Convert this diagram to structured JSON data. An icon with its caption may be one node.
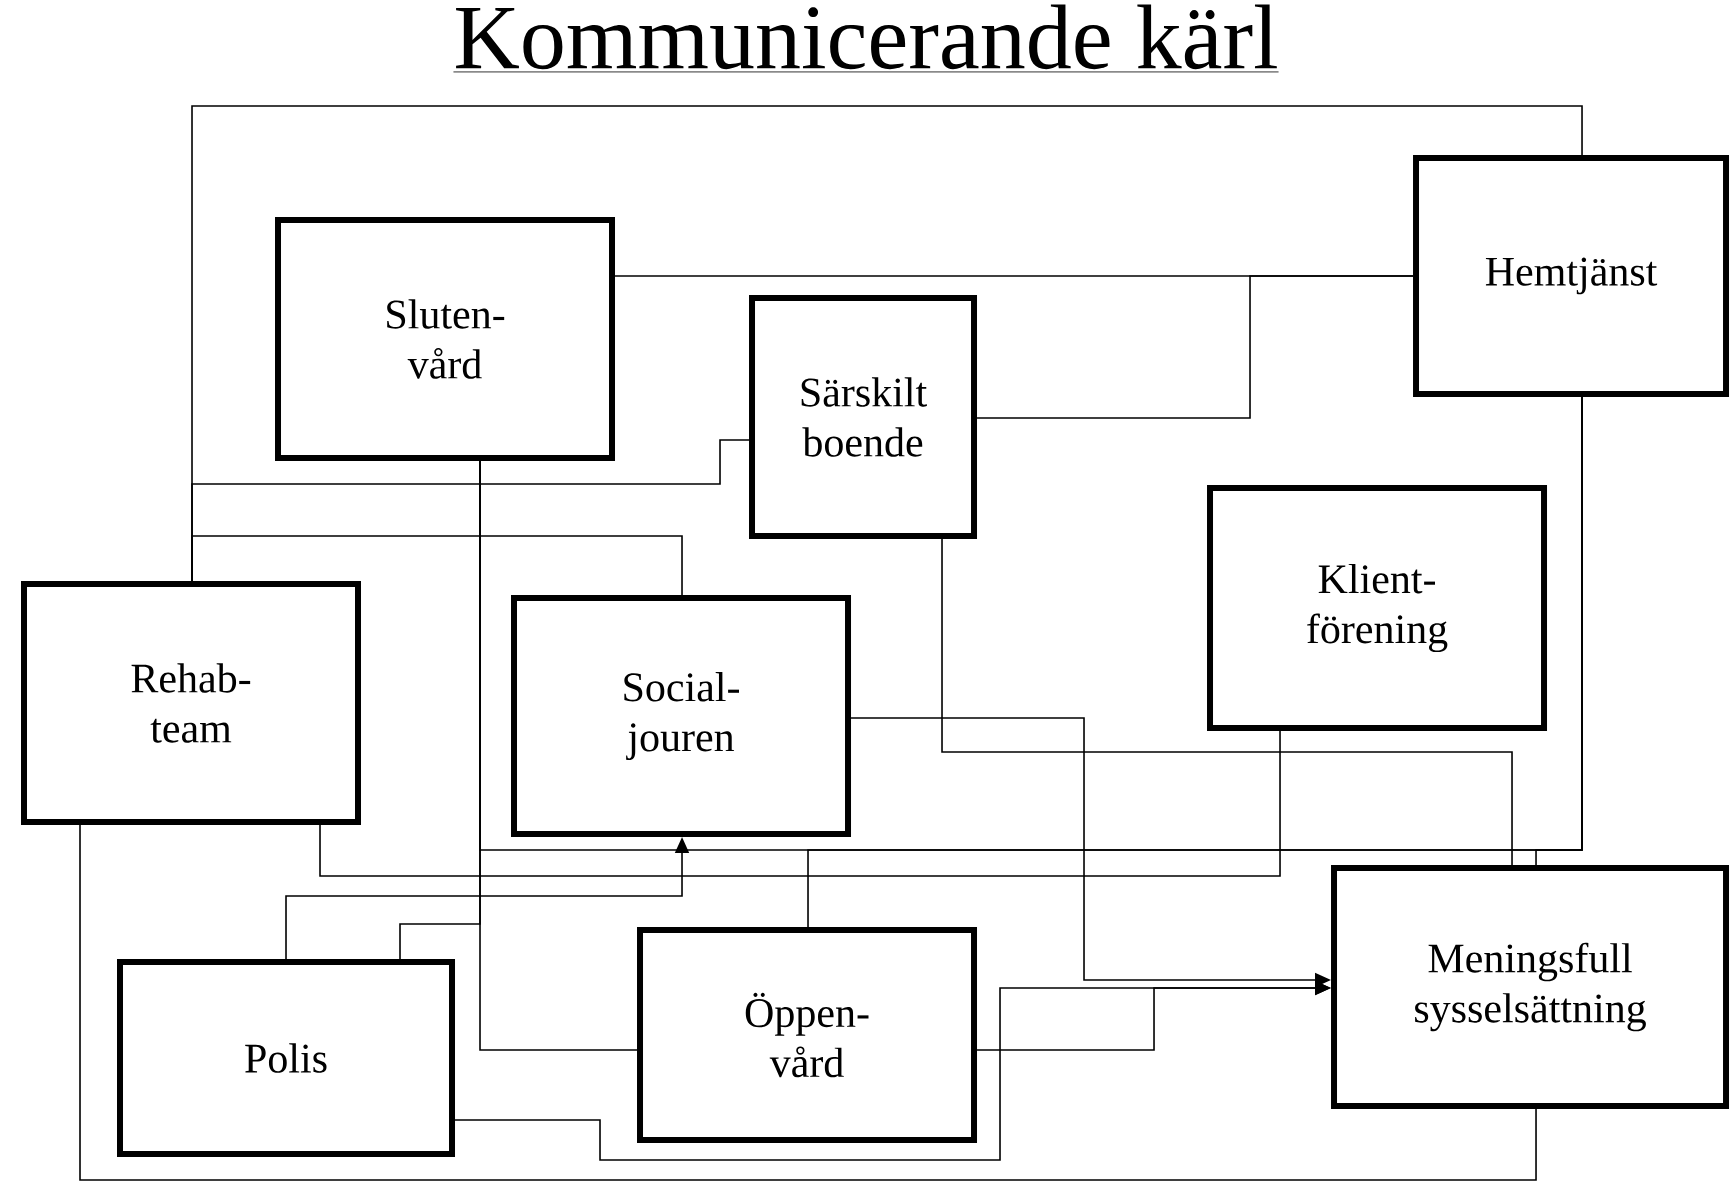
{
  "diagram": {
    "title": "Kommunicerande kärl",
    "nodes": [
      {
        "text": [
          "Sluten- vård"
        ]
      },
      {
        "text": [
          "Särskilt boende"
        ]
      },
      {
        "text": [
          "Hemtjänst"
        ]
      },
      {
        "text": [
          "Klient- förening"
        ]
      },
      {
        "text": [
          "Rehab- team"
        ]
      },
      {
        "text": [
          "Social- jouren"
        ]
      },
      {
        "text": [
          "Meningsfull sysselsättning"
        ]
      },
      {
        "text": [
          "Polis"
        ]
      },
      {
        "text": [
          "Öppen- vård"
        ]
      }
    ],
    "edges": [
      {
        "from": 2,
        "to": 4,
        "arrow": "none"
      },
      {
        "from": 4,
        "to": 6,
        "arrow": "none"
      },
      {
        "from": 4,
        "to": 1,
        "arrow": "none"
      },
      {
        "from": 4,
        "to": 5,
        "arrow": "none"
      },
      {
        "from": 0,
        "to": 2,
        "arrow": "none"
      },
      {
        "from": 1,
        "to": 2,
        "arrow": "none"
      },
      {
        "from": 0,
        "to": 8,
        "arrow": "none"
      },
      {
        "from": 2,
        "to": 0,
        "arrow": "none"
      },
      {
        "from": 1,
        "to": 6,
        "arrow": "none"
      },
      {
        "from": 4,
        "to": 3,
        "arrow": "none"
      },
      {
        "from": 5,
        "to": 6,
        "arrow": "to"
      },
      {
        "from": 7,
        "to": 5,
        "arrow": "to"
      },
      {
        "from": 7,
        "to": 0,
        "arrow": "none"
      },
      {
        "from": 8,
        "to": 2,
        "arrow": "none"
      },
      {
        "from": 7,
        "to": 6,
        "arrow": "to"
      },
      {
        "from": 8,
        "to": 6,
        "arrow": "to"
      },
      {
        "from": 6,
        "to": 2,
        "arrow": "none"
      }
    ]
  }
}
